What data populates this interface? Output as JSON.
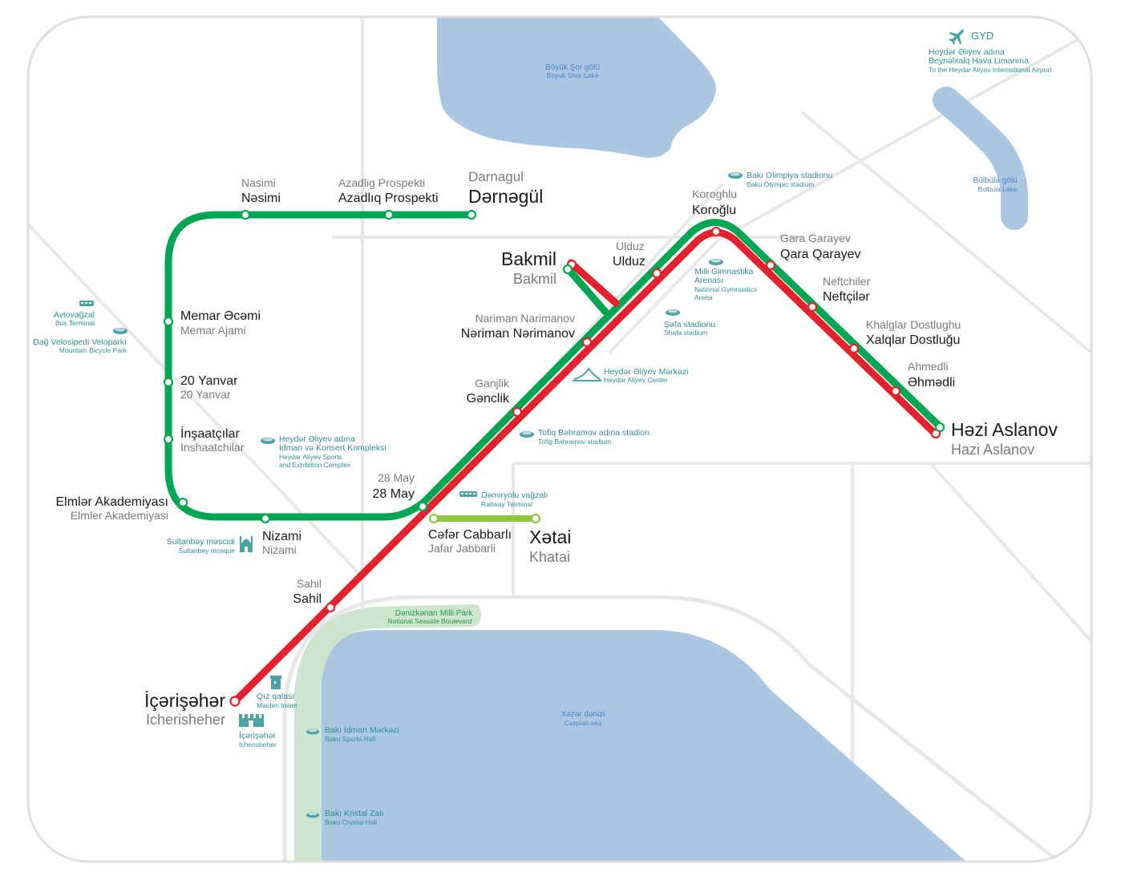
{
  "colors": {
    "green_line": "#00a651",
    "red_line": "#e4222e",
    "light_green_line": "#8dc63f",
    "water": "#aac6e2",
    "park": "#cde5cc",
    "street": "#e7e7e7",
    "frame": "#dedede",
    "poi_text": "#2f8f93",
    "park_text": "#1e9a50"
  },
  "stations": {
    "darnagul": {
      "main": "Dərnəgül",
      "sub": "Darnagul"
    },
    "azadliq": {
      "main": "Azadlıq Prospekti",
      "sub": "Azadlig Prospekti"
    },
    "nasimi": {
      "main": "Nəsimi",
      "sub": "Nasimi"
    },
    "memar": {
      "main": "Memar Əcəmi",
      "sub": "Memar Ajami"
    },
    "yanvar": {
      "main": "20 Yanvar",
      "sub": "20 Yanvar"
    },
    "insaat": {
      "main": "İnşaatçılar",
      "sub": "Inshaatchilar"
    },
    "elmler": {
      "main": "Elmlər Akademiyası",
      "sub": "Elmler Akademiyasi"
    },
    "nizami": {
      "main": "Nizami",
      "sub": "Nizami"
    },
    "may28": {
      "main": "28 May",
      "sub": "28 May"
    },
    "sahil": {
      "main": "Sahil",
      "sub": "Sahil"
    },
    "icheri": {
      "main": "İçərişəhər",
      "sub": "Icherisheher"
    },
    "jafar": {
      "main": "Cəfər Cabbarlı",
      "sub": "Jafar Jabbarli"
    },
    "khatai": {
      "main": "Xətai",
      "sub": "Khatai"
    },
    "ganjlik": {
      "main": "Gənclik",
      "sub": "Ganjlik"
    },
    "narimanov": {
      "main": "Nəriman Nərimanov",
      "sub": "Nariman Narimanov"
    },
    "bakmil": {
      "main": "Bakmil",
      "sub": "Bakmil"
    },
    "ulduz": {
      "main": "Ulduz",
      "sub": "Ulduz"
    },
    "koroglu": {
      "main": "Koroğlu",
      "sub": "Koroghlu"
    },
    "qarayev": {
      "main": "Qara Qarayev",
      "sub": "Gara Garayev"
    },
    "neftchilar": {
      "main": "Neftçilər",
      "sub": "Neftchiler"
    },
    "dostlugu": {
      "main": "Xalqlar Dostluğu",
      "sub": "Khalglar Dostlughu"
    },
    "ahmadli": {
      "main": "Əhmədli",
      "sub": "Ahmedli"
    },
    "aslanov": {
      "main": "Həzi Aslanov",
      "sub": "Hazi Aslanov"
    }
  },
  "water": {
    "boyuk_shor": {
      "az": "Böyük Şor gölü",
      "en": "Boyuk Shor Lake"
    },
    "bulbula": {
      "az": "Bülbülə gölü",
      "en": "Bulbula Lake"
    },
    "caspian": {
      "az": "Xəzər dənizi",
      "en": "Caspian sea"
    }
  },
  "park": {
    "az": "Dənizkənarı Milli Park",
    "en": "National Seaside Boulevard"
  },
  "airport": {
    "code": "GYD",
    "line1": "Heydər Əliyev adına",
    "line2": "Beynəlxalq Hava Limanına",
    "line3": "To the Heydar Aliyev International Airport"
  },
  "poi": {
    "bus_terminal": {
      "az": "Avtovağzal",
      "en": "Bus Terminal"
    },
    "bike_park": {
      "az": "Dağ Velosipedi Veloparkı",
      "en": "Mountain Bicycle Park"
    },
    "olympic": {
      "az": "Bakı Olimpiya stadionu",
      "en": "Baku Olympic stadium"
    },
    "gymnastics": {
      "az1": "Milli Gimnastika",
      "az2": "Arenası",
      "en1": "National Gymnastics",
      "en2": "Arena"
    },
    "shafa": {
      "az": "Şəfa stadionu",
      "en": "Shafa stadium"
    },
    "aliyev_center": {
      "az": "Heydər Əliyev Mərkəzi",
      "en": "Heydar Aliyev Center"
    },
    "tofiq": {
      "az": "Tofiq Bəhramov adına stadion",
      "en": "Tofig Bahramov stadium"
    },
    "sports_complex": {
      "az1": "Heydər Əliyev adına",
      "az2": "İdman və Konsert Kompleksi",
      "en1": "Heydar Aliyev Sports",
      "en2": "and Exhibition Complex"
    },
    "railway": {
      "az": "Dəmiryolu vağzalı",
      "en": "Railway Terminal"
    },
    "mosque": {
      "az": "Sultanbəy məscidi",
      "en": "Sultanbey mosque"
    },
    "maiden": {
      "az": "Qız qalası",
      "en": "Maiden tower"
    },
    "icheri_poi": {
      "az": "İçərişəhər",
      "en": "Icherisheher"
    },
    "sports_hall": {
      "az": "Bakı İdman Mərkəzi",
      "en": "Baku Sports Hall"
    },
    "crystal": {
      "az": "Bakı Kristal Zalı",
      "en": "Baku Crystal Hall"
    }
  }
}
